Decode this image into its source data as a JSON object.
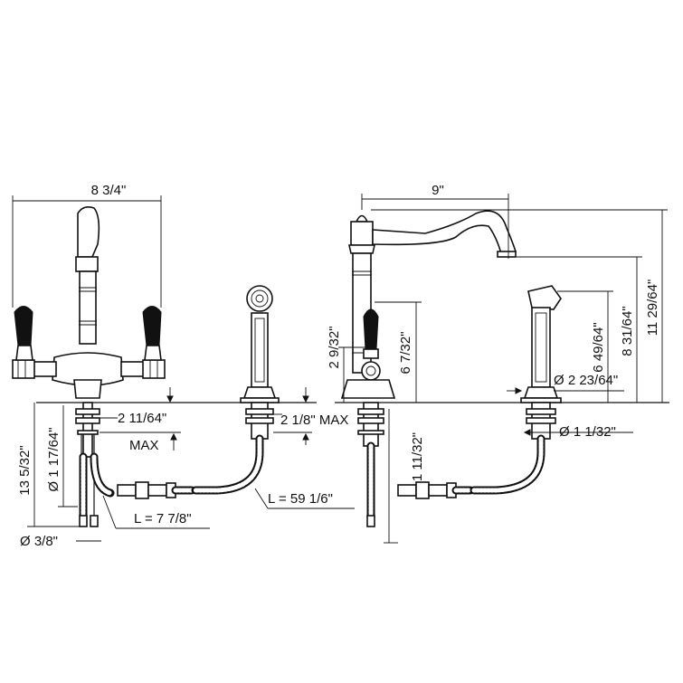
{
  "dimensions": {
    "width_two_handle": "8 3/4\"",
    "height_shank": "13 5/32\"",
    "dia_shank_nut": "Ø 1 17/64\"",
    "deck_thickness": "2 11/64\"",
    "deck_max": "MAX",
    "dia_supply": "Ø 3/8\"",
    "supply_length": "L = 7 7/8\"",
    "spray_deck_max": "2 1/8\" MAX",
    "spray_hose_length": "L = 59 1/6\"",
    "reach": "9\"",
    "handle_height": "2 9/32\"",
    "lever_height": "6 7/32\"",
    "shank_length": "1 11/32\"",
    "spray_dia_top": "Ø 2 23/64\"",
    "spray_dia_bottom": "Ø 1 1/32\"",
    "spray_height": "6 49/64\"",
    "spout_height": "8 31/64\"",
    "total_height": "11 29/64\""
  }
}
